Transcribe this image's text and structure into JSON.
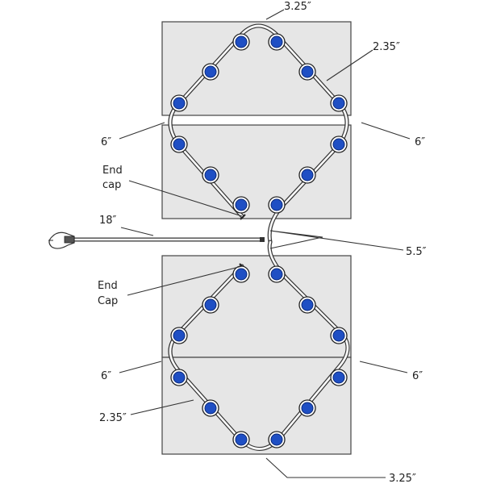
{
  "labels": {
    "top_top": "3.25″",
    "top_diag": "2.35″",
    "top_left_six": "6″",
    "top_right_six": "6″",
    "top_end_cap_1": "End",
    "top_end_cap_2": "cap",
    "lead_length": "18″",
    "mid_spacing": "5.5″",
    "bottom_end_cap_1": "End",
    "bottom_end_cap_2": "Cap",
    "bottom_left_six": "6″",
    "bottom_right_six": "6″",
    "bottom_diag": "2.35″",
    "bottom_bottom": "3.25″"
  },
  "colors": {
    "panel": "#e6e6e6",
    "light": "#1f4fc4",
    "wire": "#333333"
  }
}
